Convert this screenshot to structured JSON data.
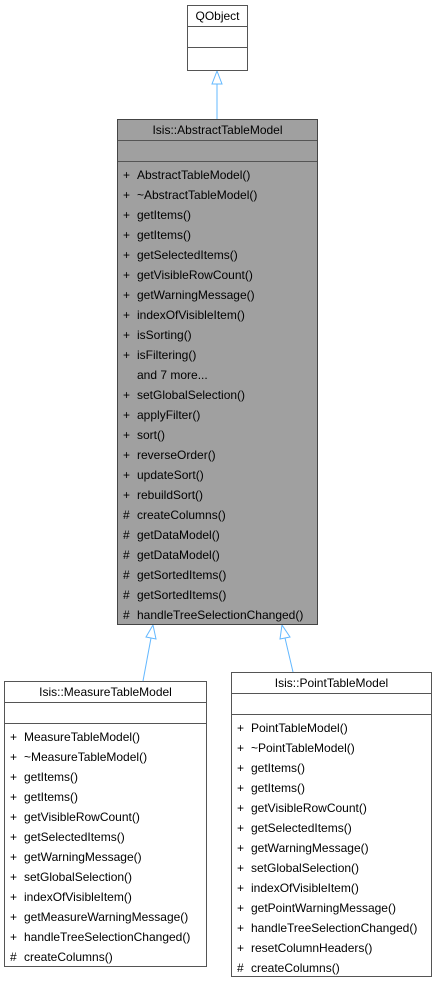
{
  "classes": {
    "qobject": {
      "name": "QObject",
      "attributes": [],
      "operations": []
    },
    "abstract": {
      "name": "Isis::AbstractTableModel",
      "attributes": [],
      "operations": [
        {
          "vis": "+",
          "name": "AbstractTableModel()"
        },
        {
          "vis": "+",
          "name": "~AbstractTableModel()"
        },
        {
          "vis": "+",
          "name": "getItems()"
        },
        {
          "vis": "+",
          "name": "getItems()"
        },
        {
          "vis": "+",
          "name": "getSelectedItems()"
        },
        {
          "vis": "+",
          "name": "getVisibleRowCount()"
        },
        {
          "vis": "+",
          "name": "getWarningMessage()"
        },
        {
          "vis": "+",
          "name": "indexOfVisibleItem()"
        },
        {
          "vis": "+",
          "name": "isSorting()"
        },
        {
          "vis": "+",
          "name": "isFiltering()"
        },
        {
          "vis": "",
          "name": "and 7 more..."
        },
        {
          "vis": "+",
          "name": "setGlobalSelection()"
        },
        {
          "vis": "+",
          "name": "applyFilter()"
        },
        {
          "vis": "+",
          "name": "sort()"
        },
        {
          "vis": "+",
          "name": "reverseOrder()"
        },
        {
          "vis": "+",
          "name": "updateSort()"
        },
        {
          "vis": "+",
          "name": "rebuildSort()"
        },
        {
          "vis": "#",
          "name": "createColumns()"
        },
        {
          "vis": "#",
          "name": "getDataModel()"
        },
        {
          "vis": "#",
          "name": "getDataModel()"
        },
        {
          "vis": "#",
          "name": "getSortedItems()"
        },
        {
          "vis": "#",
          "name": "getSortedItems()"
        },
        {
          "vis": "#",
          "name": "handleTreeSelectionChanged()"
        }
      ]
    },
    "measure": {
      "name": "Isis::MeasureTableModel",
      "attributes": [],
      "operations": [
        {
          "vis": "+",
          "name": "MeasureTableModel()"
        },
        {
          "vis": "+",
          "name": "~MeasureTableModel()"
        },
        {
          "vis": "+",
          "name": "getItems()"
        },
        {
          "vis": "+",
          "name": "getItems()"
        },
        {
          "vis": "+",
          "name": "getVisibleRowCount()"
        },
        {
          "vis": "+",
          "name": "getSelectedItems()"
        },
        {
          "vis": "+",
          "name": "getWarningMessage()"
        },
        {
          "vis": "+",
          "name": "setGlobalSelection()"
        },
        {
          "vis": "+",
          "name": "indexOfVisibleItem()"
        },
        {
          "vis": "+",
          "name": "getMeasureWarningMessage()"
        },
        {
          "vis": "+",
          "name": "handleTreeSelectionChanged()"
        },
        {
          "vis": "#",
          "name": "createColumns()"
        }
      ]
    },
    "point": {
      "name": "Isis::PointTableModel",
      "attributes": [],
      "operations": [
        {
          "vis": "+",
          "name": "PointTableModel()"
        },
        {
          "vis": "+",
          "name": "~PointTableModel()"
        },
        {
          "vis": "+",
          "name": "getItems()"
        },
        {
          "vis": "+",
          "name": "getItems()"
        },
        {
          "vis": "+",
          "name": "getVisibleRowCount()"
        },
        {
          "vis": "+",
          "name": "getSelectedItems()"
        },
        {
          "vis": "+",
          "name": "getWarningMessage()"
        },
        {
          "vis": "+",
          "name": "setGlobalSelection()"
        },
        {
          "vis": "+",
          "name": "indexOfVisibleItem()"
        },
        {
          "vis": "+",
          "name": "getPointWarningMessage()"
        },
        {
          "vis": "+",
          "name": "handleTreeSelectionChanged()"
        },
        {
          "vis": "+",
          "name": "resetColumnHeaders()"
        },
        {
          "vis": "#",
          "name": "createColumns()"
        }
      ]
    }
  },
  "relations": [
    {
      "from": "abstract",
      "to": "qobject",
      "kind": "inheritance"
    },
    {
      "from": "measure",
      "to": "abstract",
      "kind": "inheritance"
    },
    {
      "from": "point",
      "to": "abstract",
      "kind": "inheritance"
    }
  ],
  "colors": {
    "edge": "#63b8ff",
    "focus_fill": "#a0a0a0",
    "box_border": "#555555"
  }
}
